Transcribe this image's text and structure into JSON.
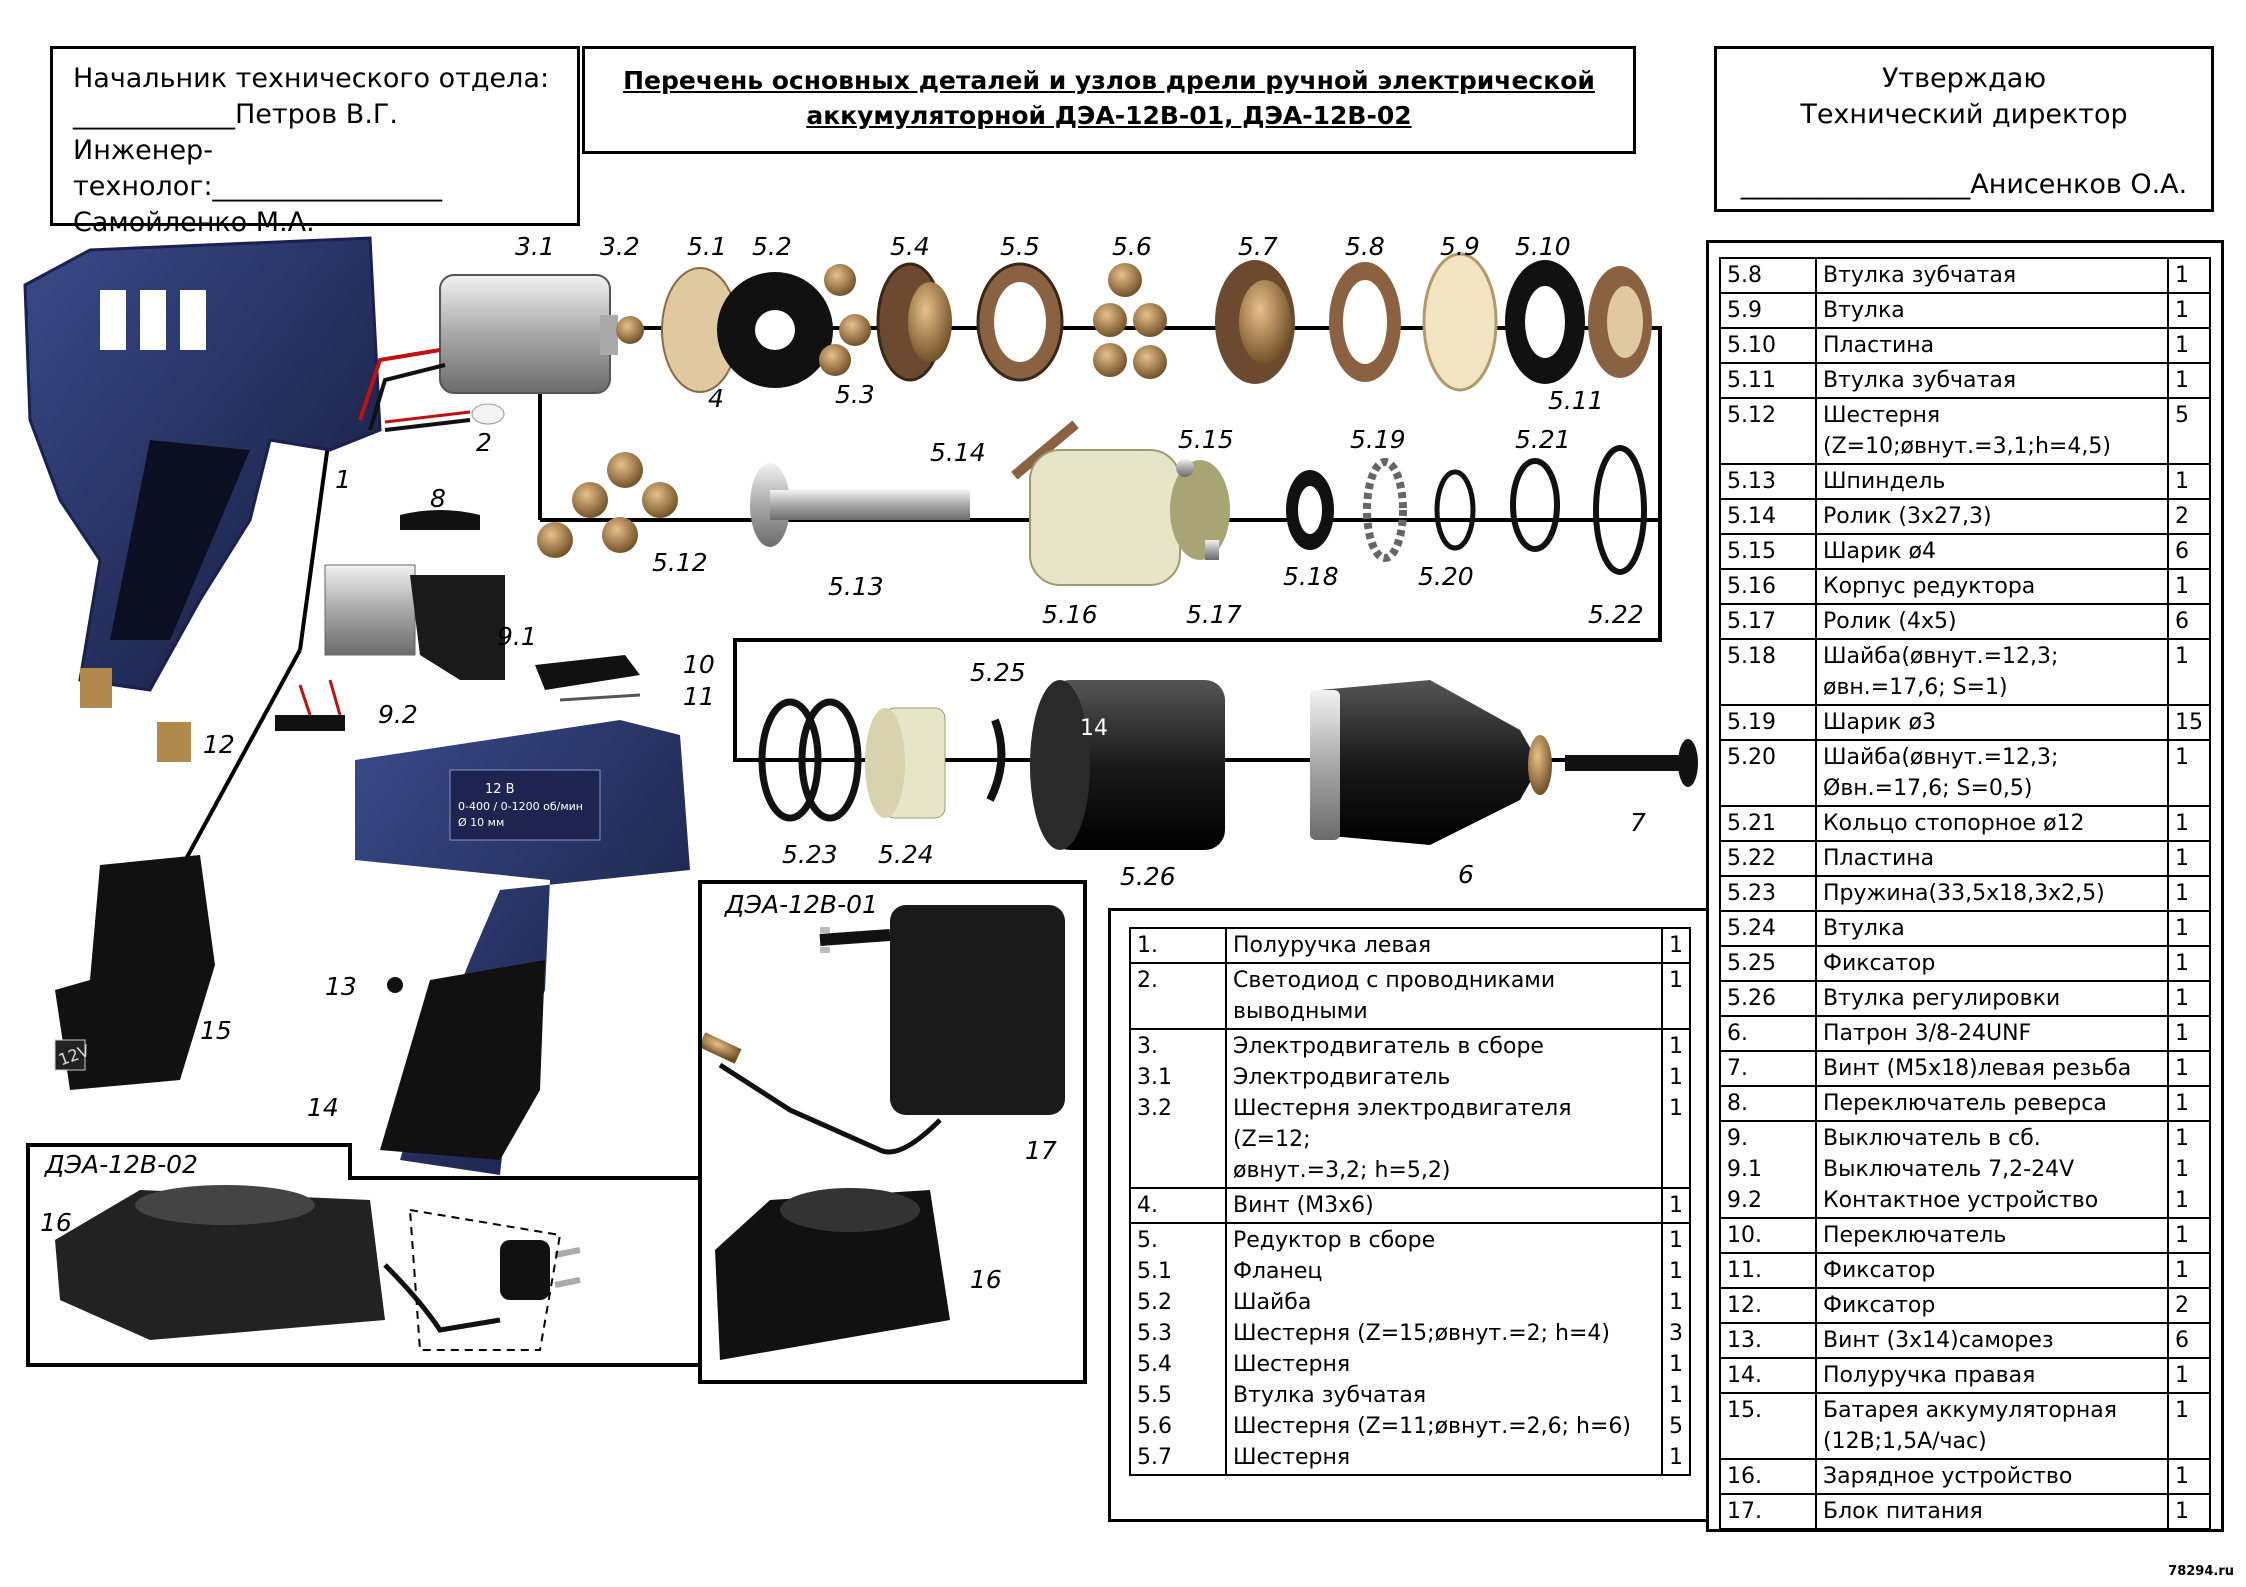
{
  "header_left": {
    "line1": "Начальник технического отдела:",
    "line2": "____________Петров В.Г.",
    "line3": "Инженер-технолог:_________________",
    "line4": "Самойленко М.А."
  },
  "header_center": {
    "title_line1": "Перечень основных деталей и узлов дрели ручной электрической",
    "title_line2": "аккумуляторной  ДЭА-12В-01, ДЭА-12В-02"
  },
  "header_right": {
    "line1": "Утверждаю",
    "line2": "Технический директор",
    "line3": "_________________Анисенков О.А."
  },
  "panels": {
    "charger_01": "ДЭА-12В-01",
    "charger_02": "ДЭА-12В-02"
  },
  "callouts": [
    "3.1",
    "3.2",
    "5.1",
    "5.2",
    "5.4",
    "5.5",
    "5.6",
    "5.7",
    "5.8",
    "5.9",
    "5.10",
    "4",
    "5.3",
    "5.11",
    "1",
    "2",
    "5.14",
    "5.15",
    "5.19",
    "5.21",
    "8",
    "5.12",
    "5.13",
    "5.16",
    "5.17",
    "5.18",
    "5.20",
    "5.22",
    "9.1",
    "9.2",
    "10",
    "11",
    "12",
    "5.25",
    "5.23",
    "5.24",
    "5.26",
    "6",
    "7",
    "13",
    "15",
    "14",
    "17",
    "16",
    "16"
  ],
  "drill_label": {
    "voltage": "12 В",
    "speed": "0-400 / 0-1200 об/мин",
    "chuck": "Ø 10 мм"
  },
  "battery_label": "12V",
  "table_center": [
    [
      "1.",
      "Полуручка левая",
      "1"
    ],
    [
      "2.",
      "Светодиод с проводниками выводными",
      "1"
    ],
    [
      "3.\n3.1\n3.2",
      "Электродвигатель в сборе\nЭлектродвигатель\nШестерня электродвигателя (Z=12;\nøвнут.=3,2; h=5,2)",
      "1\n1\n1"
    ],
    [
      "4.",
      "Винт (М3х6)",
      "1"
    ],
    [
      "5.\n5.1\n5.2\n5.3\n5.4\n5.5\n5.6\n5.7",
      "Редуктор в сборе\nФланец\nШайба\nШестерня (Z=15;øвнут.=2; h=4)\nШестерня\nВтулка зубчатая\nШестерня (Z=11;øвнут.=2,6; h=6)\nШестерня",
      "1\n1\n1\n3\n1\n1\n5\n1"
    ]
  ],
  "table_right": [
    [
      "5.8",
      "Втулка зубчатая",
      "1"
    ],
    [
      "5.9",
      "Втулка",
      "1"
    ],
    [
      "5.10",
      "Пластина",
      "1"
    ],
    [
      "5.11",
      "Втулка зубчатая",
      "1"
    ],
    [
      "5.12",
      "Шестерня (Z=10;øвнут.=3,1;h=4,5)",
      "5"
    ],
    [
      "5.13",
      "Шпиндель",
      "1"
    ],
    [
      "5.14",
      "Ролик (3х27,3)",
      "2"
    ],
    [
      "5.15",
      "Шарик ø4",
      "6"
    ],
    [
      "5.16",
      "Корпус редуктора",
      "1"
    ],
    [
      "5.17",
      "Ролик (4х5)",
      "6"
    ],
    [
      "5.18",
      "Шайба(øвнут.=12,3; øвн.=17,6; S=1)",
      "1"
    ],
    [
      "5.19",
      "Шарик ø3",
      "15"
    ],
    [
      "5.20",
      "Шайба(øвнут.=12,3; Øвн.=17,6; S=0,5)",
      "1"
    ],
    [
      "5.21",
      "Кольцо стопорное ø12",
      "1"
    ],
    [
      "5.22",
      "Пластина",
      "1"
    ],
    [
      "5.23",
      "Пружина(33,5х18,3х2,5)",
      "1"
    ],
    [
      "5.24",
      "Втулка",
      "1"
    ],
    [
      "5.25",
      "Фиксатор",
      "1"
    ],
    [
      "5.26",
      "Втулка регулировки",
      "1"
    ],
    [
      "6.",
      "Патрон 3/8-24UNF",
      "1"
    ],
    [
      "7.",
      "Винт (М5х18)левая резьба",
      "1"
    ],
    [
      "8.",
      "Переключатель реверса",
      "1"
    ],
    [
      "9.\n9.1\n9.2",
      "Выключатель  в сб.\nВыключатель  7,2-24V\nКонтактное устройство",
      "1\n1\n1"
    ],
    [
      "10.",
      "Переключатель",
      "1"
    ],
    [
      "11.",
      "Фиксатор",
      "1"
    ],
    [
      "12.",
      "Фиксатор",
      "2"
    ],
    [
      "13.",
      "Винт (3х14)саморез",
      "6"
    ],
    [
      "14.",
      "Полуручка правая",
      "1"
    ],
    [
      "15.",
      "Батарея аккумуляторная (12В;1,5А/час)",
      "1"
    ],
    [
      "16.",
      "Зарядное устройство",
      "1"
    ],
    [
      "17.",
      "Блок питания",
      "1"
    ]
  ],
  "watermark": "78294.ru"
}
